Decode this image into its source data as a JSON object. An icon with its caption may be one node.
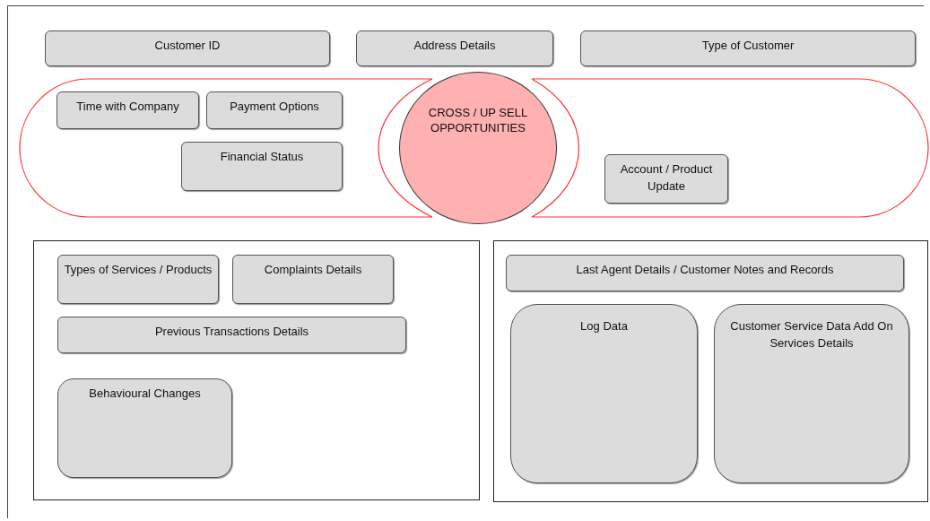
{
  "diagram": {
    "nodes": [
      {
        "text": [
          "Customer ID"
        ]
      },
      {
        "text": [
          "Address Details"
        ]
      },
      {
        "text": [
          "Type of Customer"
        ]
      },
      {
        "text": [],
        "shape": "band"
      },
      {
        "text": [
          "Time with Company"
        ],
        "in": 3
      },
      {
        "text": [
          "Payment Options"
        ],
        "in": 3
      },
      {
        "text": [
          "Financial Status"
        ],
        "in": 3
      },
      {
        "text": [
          "CROSS / UP SELL OPPORTUNITIES"
        ]
      },
      {
        "text": [],
        "shape": "band"
      },
      {
        "text": [
          "Account / Product Update"
        ],
        "in": 8
      },
      {
        "text": [],
        "shape": "box"
      },
      {
        "text": [
          "Types of Services / Products"
        ],
        "in": 10
      },
      {
        "text": [
          "Complaints Details"
        ],
        "in": 10
      },
      {
        "text": [
          "Previous Transactions Details"
        ],
        "in": 10
      },
      {
        "text": [
          "Behavioural Changes"
        ],
        "in": 10
      },
      {
        "text": [],
        "shape": "box"
      },
      {
        "text": [
          "Last Agent Details / Customer Notes and Records"
        ],
        "in": 15
      },
      {
        "text": [
          "Log Data"
        ],
        "in": 15
      },
      {
        "text": [
          "Customer Service Data Add On Services Details"
        ],
        "in": 15
      }
    ]
  }
}
